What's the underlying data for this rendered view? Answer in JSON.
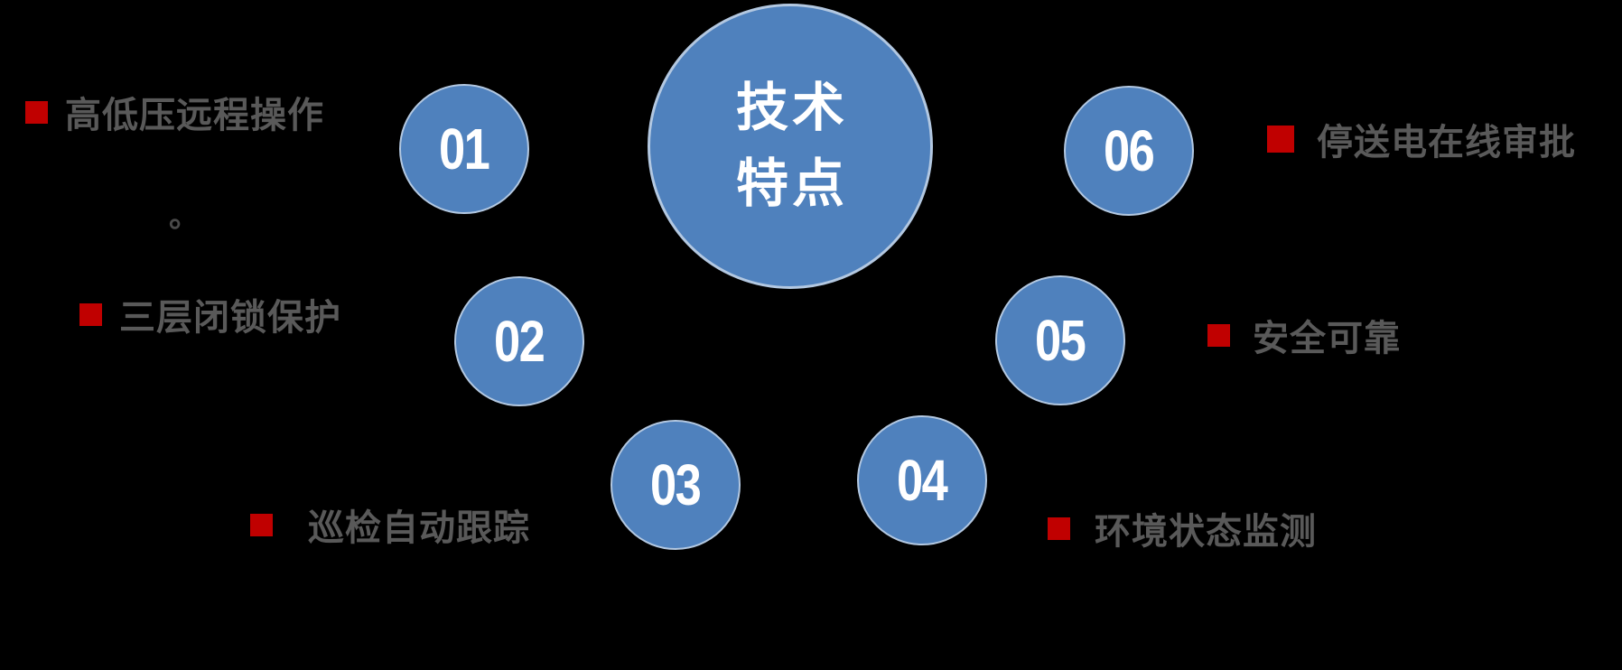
{
  "title": {
    "line1": "技术",
    "line2": "特点"
  },
  "items": [
    {
      "number": "01",
      "label": "高低压远程操作"
    },
    {
      "number": "02",
      "label": "三层闭锁保护"
    },
    {
      "number": "03",
      "label": "巡检自动跟踪"
    },
    {
      "number": "04",
      "label": "环境状态监测"
    },
    {
      "number": "05",
      "label": "安全可靠"
    },
    {
      "number": "06",
      "label": "停送电在线审批"
    }
  ],
  "stray_mark": "。",
  "colors": {
    "background": "#000000",
    "circle_fill": "#4F81BD",
    "circle_border": "#B3C8E1",
    "bullet_red": "#C00000",
    "label_gray": "#595959",
    "number_white": "#FFFFFF"
  }
}
